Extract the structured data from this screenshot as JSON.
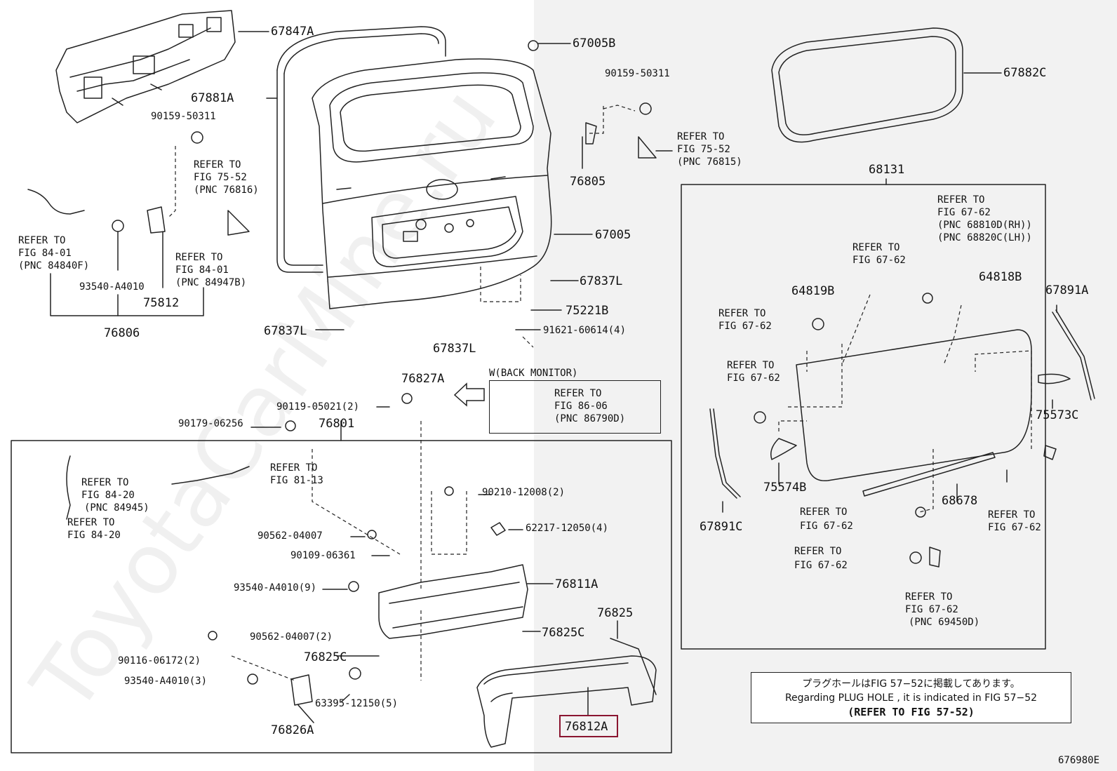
{
  "diagram_id": "676980E",
  "watermark": "ToyotaCarMine.ru",
  "note": {
    "jp": "プラグホールはFIG 57−52に掲載してあります。",
    "en": "Regarding  PLUG  HOLE , it is indicated in  FIG  57−52",
    "ref": "(REFER TO FIG 57-52)"
  },
  "callouts": {
    "p67847A": "67847A",
    "p67881A": "67881A",
    "p67005B": "67005B",
    "p90159_a": "90159-50311",
    "p90159_b": "90159-50311",
    "p67882C": "67882C",
    "ref75_52_a": [
      "REFER TO",
      "FIG 75-52",
      "(PNC 76816)"
    ],
    "ref75_52_b": [
      "REFER TO",
      "FIG 75-52",
      "(PNC 76815)"
    ],
    "p76805": "76805",
    "p68131": "68131",
    "ref84_01_a": [
      "REFER TO",
      "FIG 84-01",
      "(PNC 84840F)"
    ],
    "ref84_01_b": [
      "REFER TO",
      "FIG 84-01",
      "(PNC 84947B)"
    ],
    "p93540_a": "93540-A4010",
    "p75812": "75812",
    "p76806": "76806",
    "p67005": "67005",
    "p67837L_a": "67837L",
    "p67837L_b": "67837L",
    "p67837L_c": "67837L",
    "p75221B": "75221B",
    "p91621": "91621-60614(4)",
    "ref67_62_top": [
      "REFER TO",
      "FIG 67-62",
      "(PNC 68810D(RH))",
      "(PNC 68820C(LH))"
    ],
    "ref67_62_a": [
      "REFER TO",
      "FIG 67-62"
    ],
    "p64819B": "64819B",
    "p64818B": "64818B",
    "p67891A": "67891A",
    "ref67_62_b": [
      "REFER TO",
      "FIG 67-62"
    ],
    "ref67_62_c": [
      "REFER TO",
      "FIG 67-62"
    ],
    "p75573C": "75573C",
    "p75574B": "75574B",
    "p68678": "68678",
    "p67891C": "67891C",
    "ref67_62_d": [
      "REFER TO",
      "FIG 67-62"
    ],
    "ref67_62_e": [
      "REFER TO",
      "FIG 67-62"
    ],
    "ref67_62_f": [
      "REFER TO",
      "FIG 67-62"
    ],
    "ref67_62_g": [
      "REFER TO",
      "FIG 67-62",
      "(PNC 69450D)"
    ],
    "w_back_monitor": "W(BACK MONITOR)",
    "ref86_06": [
      "REFER TO",
      "FIG 86-06",
      "(PNC 86790D)"
    ],
    "p76827A": "76827A",
    "p90119": "90119-05021(2)",
    "p90179": "90179-06256",
    "p76801": "76801",
    "ref84_20_a": [
      "REFER TO",
      "FIG 84-20",
      "(PNC 84945)"
    ],
    "ref84_20_b": [
      "REFER TO",
      "FIG 84-20"
    ],
    "ref81_13": [
      "REFER TO",
      "FIG 81-13"
    ],
    "p90210": "90210-12008(2)",
    "p62217": "62217-12050(4)",
    "p90562_a": "90562-04007",
    "p90109": "90109-06361",
    "p93540_b": "93540-A4010(9)",
    "p76811A": "76811A",
    "p76825": "76825",
    "p76825C_a": "76825C",
    "p76825C_b": "76825C",
    "p90562_b": "90562-04007(2)",
    "p90116": "90116-06172(2)",
    "p93540_c": "93540-A4010(3)",
    "p63395": "63395-12150(5)",
    "p76826A": "76826A",
    "p76812A": "76812A"
  },
  "highlight_part": "76812A",
  "colors": {
    "line": "#222222",
    "highlight": "#8a1530",
    "shade": "#f2f2f2"
  }
}
